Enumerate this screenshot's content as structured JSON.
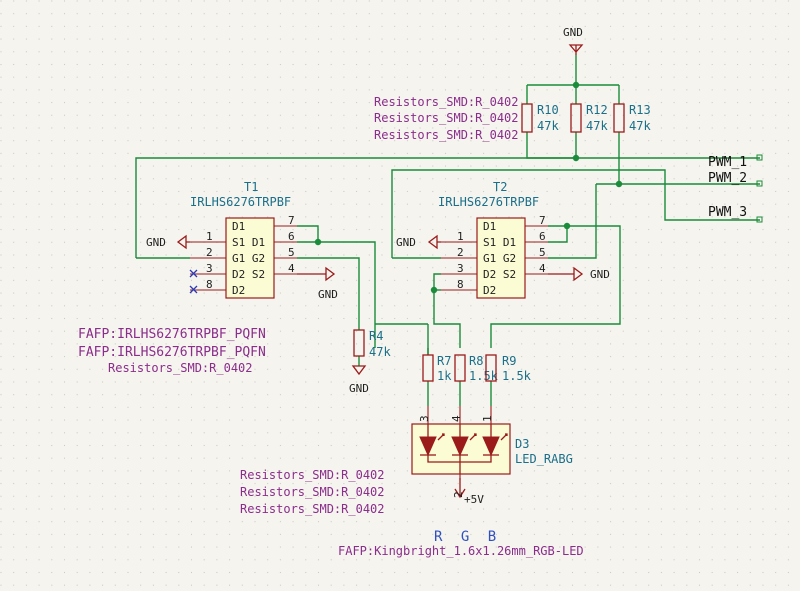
{
  "power": {
    "gnd": "GND",
    "vplus": "+5V"
  },
  "t1": {
    "ref": "T1",
    "value": "IRLHS6276TRPBF",
    "fp1": "FAFP:IRLHS6276TRPBF_PQFN",
    "fp2": "FAFP:IRLHS6276TRPBF_PQFN"
  },
  "t2": {
    "ref": "T2",
    "value": "IRLHS6276TRPBF"
  },
  "pin_names": {
    "d1": "D1",
    "s1d1": "S1 D1",
    "g1g2": "G1 G2",
    "d2s2": "D2 S2",
    "d2": "D2"
  },
  "pin_numbers": {
    "p1": "1",
    "p2": "2",
    "p3": "3",
    "p4": "4",
    "p5": "5",
    "p6": "6",
    "p7": "7",
    "p8": "8"
  },
  "resistors": {
    "r4": {
      "ref": "R4",
      "value": "47k"
    },
    "r7": {
      "ref": "R7",
      "value": "1k"
    },
    "r8": {
      "ref": "R8",
      "value": "1.5k"
    },
    "r9": {
      "ref": "R9",
      "value": "1.5k"
    },
    "r10": {
      "ref": "R10",
      "value": "47k"
    },
    "r12": {
      "ref": "R12",
      "value": "47k"
    },
    "r13": {
      "ref": "R13",
      "value": "47k"
    }
  },
  "footprints": {
    "r0402": "Resistors_SMD:R_0402",
    "led": "FAFP:Kingbright_1.6x1.26mm_RGB-LED"
  },
  "led": {
    "ref": "D3",
    "value": "LED_RABG",
    "pin1": "1",
    "pin2": "2",
    "pin3": "3",
    "pin4": "4"
  },
  "labels": {
    "pwm1": "PWM_1",
    "pwm2": "PWM_2",
    "pwm3": "PWM_3"
  },
  "note": "R G B",
  "colors": {
    "wire": "#1a8c3a",
    "component": "#9b1b1b",
    "reference": "#1a6f8a",
    "footprint": "#8b2d8b",
    "note": "#3050c0"
  }
}
